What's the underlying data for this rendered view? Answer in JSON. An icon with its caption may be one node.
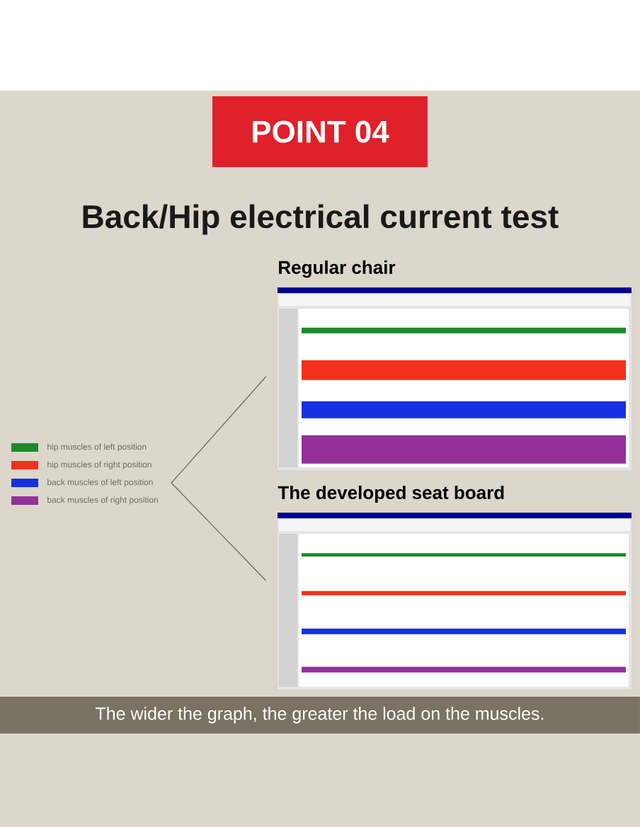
{
  "diagram": {
    "title": "Back/Hip electrical current test",
    "nodes": [
      {
        "text": [
          "POINT 04"
        ]
      },
      {
        "text": [
          "Regular chair"
        ]
      },
      {
        "text": [
          "The developed seat board"
        ]
      },
      {
        "text": [
          "The wider the graph, the greater the load on the muscles."
        ]
      }
    ],
    "edges": [
      {
        "from": null,
        "to": 1,
        "arrow": "none"
      },
      {
        "from": null,
        "to": 2,
        "arrow": "none"
      }
    ],
    "legend": [
      {
        "text": "hip muscles of left position",
        "color": "#1a8a2a"
      },
      {
        "text": "hip muscles of right position",
        "color": "#f2301c"
      },
      {
        "text": "back muscles of left position",
        "color": "#1530e0"
      },
      {
        "text": "back muscles of right position",
        "color": "#92309a"
      }
    ]
  }
}
